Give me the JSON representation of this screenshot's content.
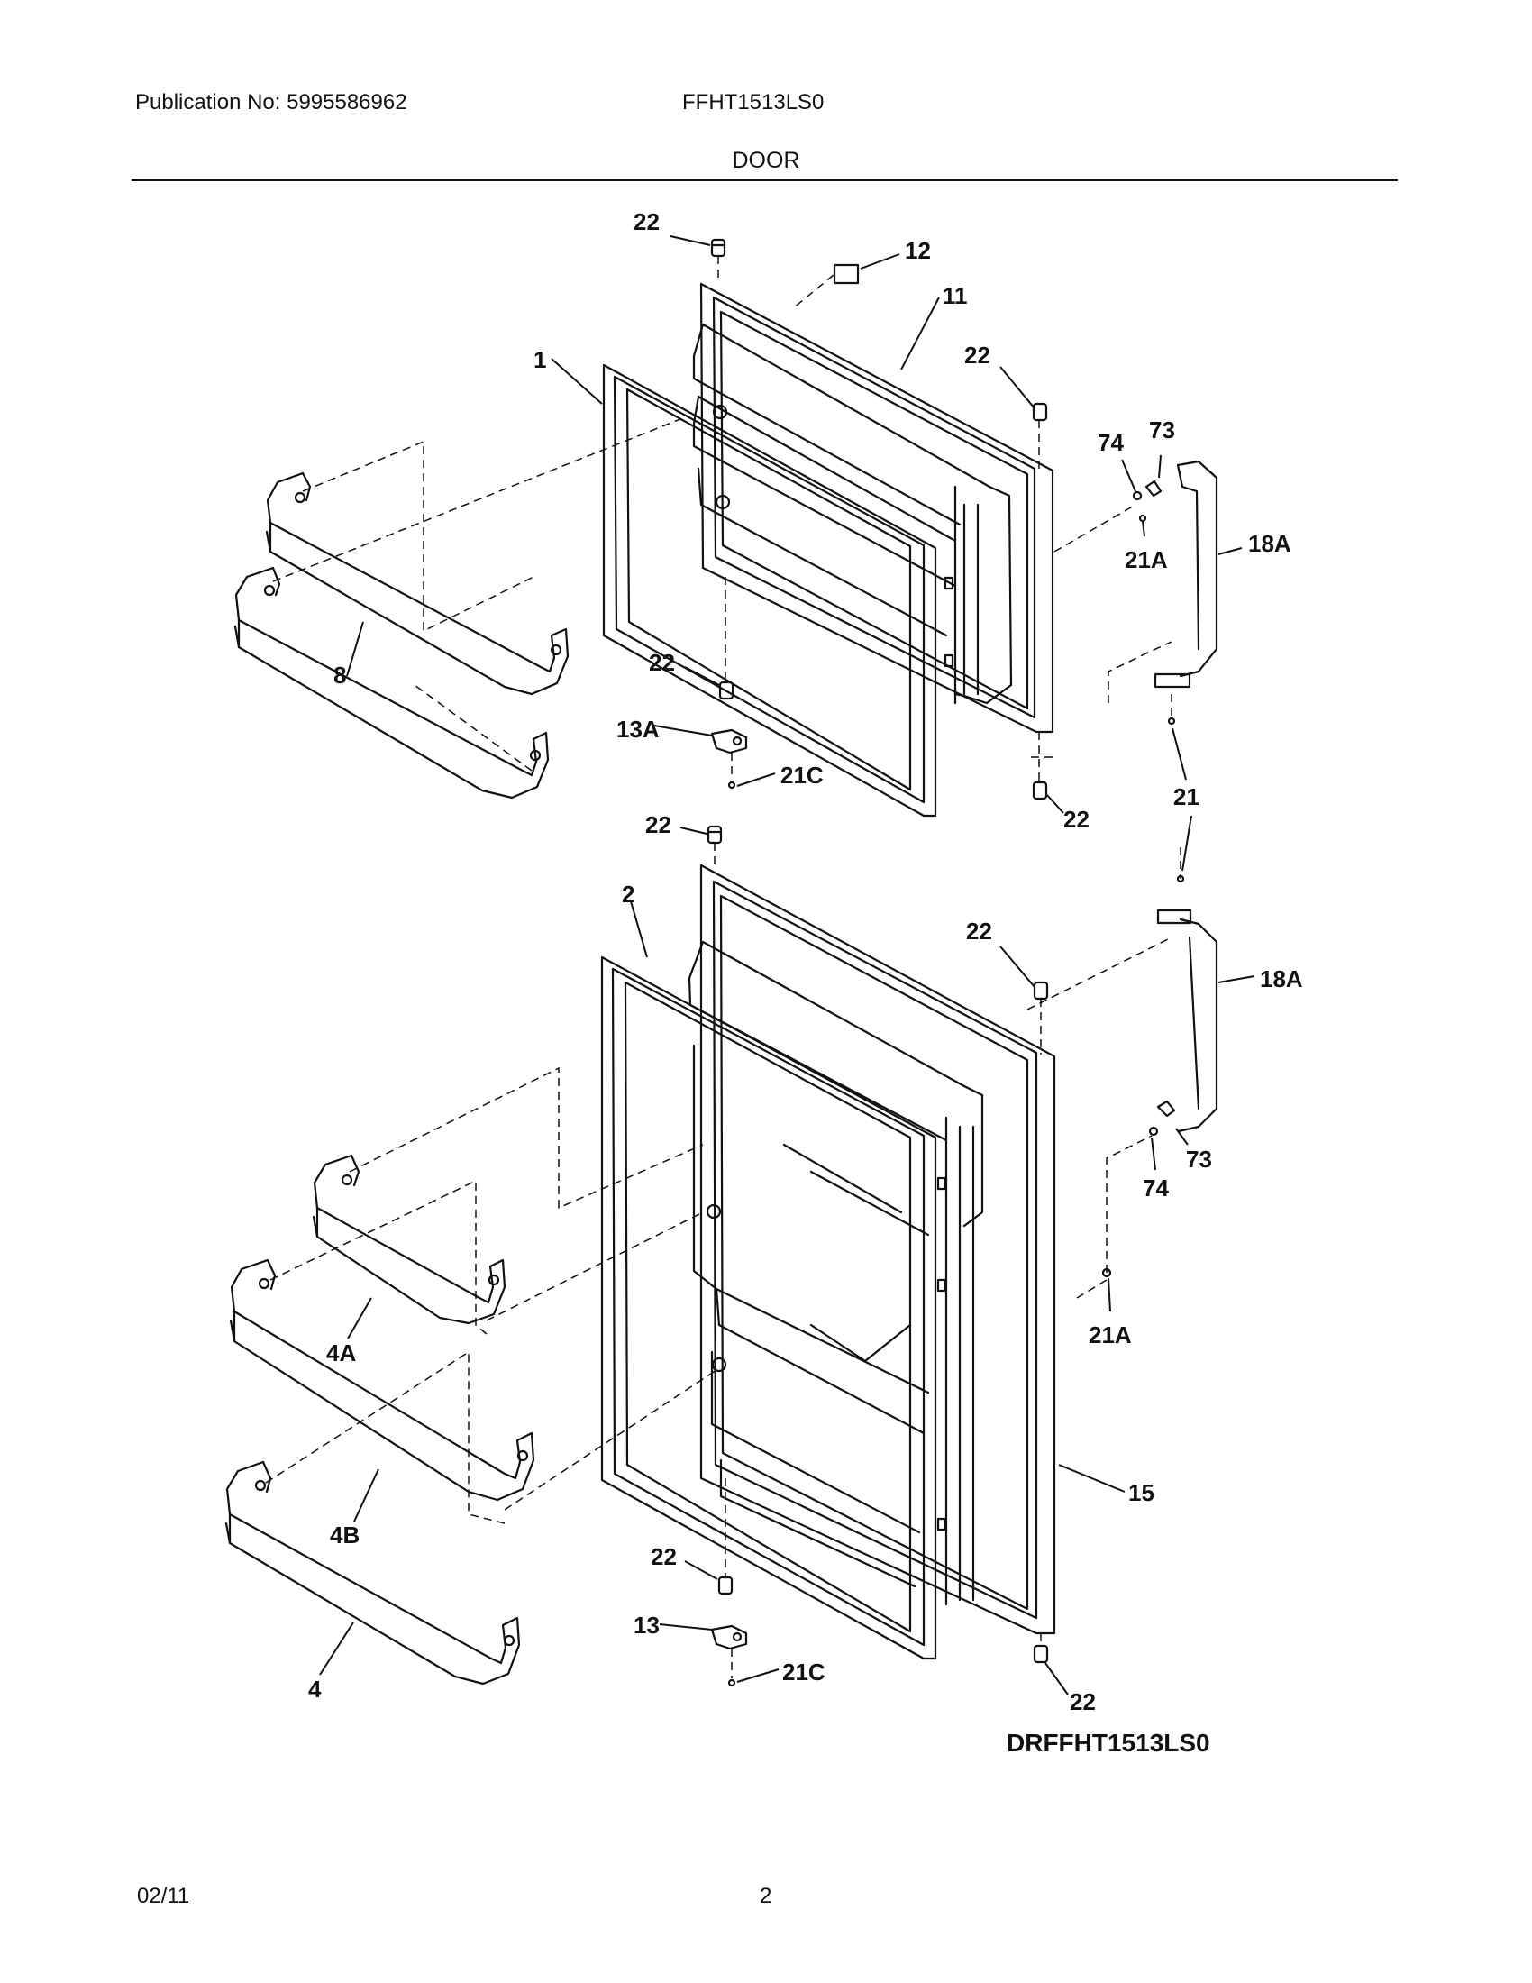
{
  "header": {
    "publication": "Publication No: 5995586962",
    "model": "FFHT1513LS0",
    "section": "DOOR"
  },
  "callouts": {
    "c1": "1",
    "c2": "2",
    "c4": "4",
    "c4a": "4A",
    "c4b": "4B",
    "c8": "8",
    "c11": "11",
    "c12": "12",
    "c13": "13",
    "c13a": "13A",
    "c15": "15",
    "c18a_top": "18A",
    "c18a_bot": "18A",
    "c21": "21",
    "c21a_top": "21A",
    "c21a_bot": "21A",
    "c21c_top": "21C",
    "c21c_bot": "21C",
    "c22_a": "22",
    "c22_b": "22",
    "c22_c": "22",
    "c22_d": "22",
    "c22_e": "22",
    "c22_f": "22",
    "c22_g": "22",
    "c22_h": "22",
    "c73_top": "73",
    "c73_bot": "73",
    "c74_top": "74",
    "c74_bot": "74"
  },
  "drawing_code": "DRFFHT1513LS0",
  "footer": {
    "date": "02/11",
    "page": "2"
  }
}
